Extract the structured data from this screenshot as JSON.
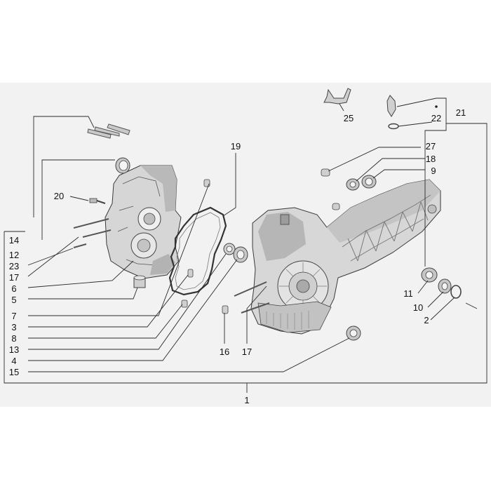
{
  "diagram": {
    "type": "exploded parts diagram",
    "colors": {
      "background": "#ffffff",
      "frame": "#f2f2f2",
      "ink": "#222222",
      "part_fill": "#d9d9d9",
      "part_shade": "#a8a8a8"
    },
    "labels": {
      "l25": "25",
      "l21": "21",
      "l22": "22",
      "l19": "19",
      "l27": "27",
      "l18": "18",
      "l9": "9",
      "l14": "14",
      "l20": "20",
      "l12": "12",
      "l23": "23",
      "l17a": "17",
      "l6": "6",
      "l5": "5",
      "l7": "7",
      "l3": "3",
      "l8": "8",
      "l13": "13",
      "l4": "4",
      "l15": "15",
      "l16": "16",
      "l17b": "17",
      "l11": "11",
      "l10": "10",
      "l2": "2",
      "l1": "1"
    }
  }
}
